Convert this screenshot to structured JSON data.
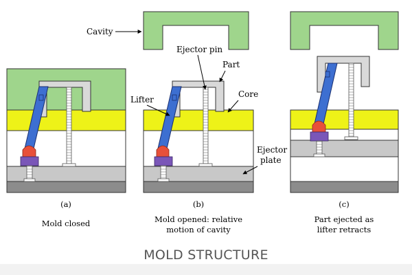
{
  "title": "MOLD STRUCTURE",
  "labels": {
    "cavity": "Cavity",
    "ejector_pin": "Ejector pin",
    "part": "Part",
    "lifter": "Lifter",
    "core": "Core",
    "ejector_plate_line1": "Ejector",
    "ejector_plate_line2": "plate"
  },
  "panels": [
    {
      "tag": "(a)",
      "caption_line1": "Mold closed",
      "caption_line2": ""
    },
    {
      "tag": "(b)",
      "caption_line1": "Mold opened: relative",
      "caption_line2": "motion of cavity"
    },
    {
      "tag": "(c)",
      "caption_line1": "Part ejected as",
      "caption_line2": "lifter retracts"
    }
  ],
  "colors": {
    "cavity": "#9fd58c",
    "core": "#eef218",
    "part": "#d9d9d9",
    "lifter": "#3d6fd1",
    "ejector_plate": "#c8c8c8",
    "base": "#8c8c8c",
    "red_block": "#e8503a",
    "purple_block": "#7a56b8"
  }
}
